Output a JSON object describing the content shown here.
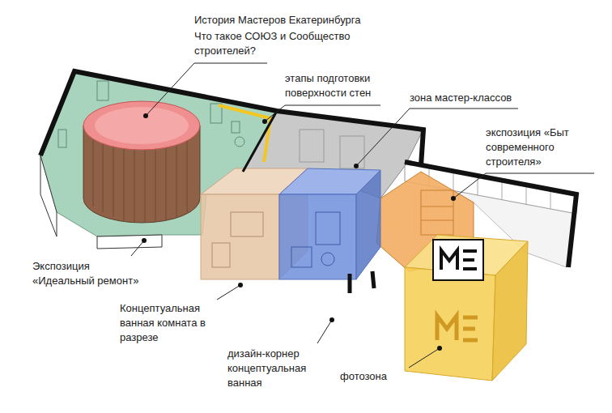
{
  "diagram": {
    "labels": [
      "История Мастеров Екатеринбурга",
      "Что такое СОЮЗ и Сообщество строителей?",
      "этапы подготовки поверхности стен",
      "зона мастер-классов",
      "экспозиция «Быт современного строителя»",
      "Экспозиция «Идеальный ремонт»",
      "Концептуальная ванная комната в разрезе",
      "дизайн-корнер концептуальная ванная",
      "фотозона"
    ]
  }
}
